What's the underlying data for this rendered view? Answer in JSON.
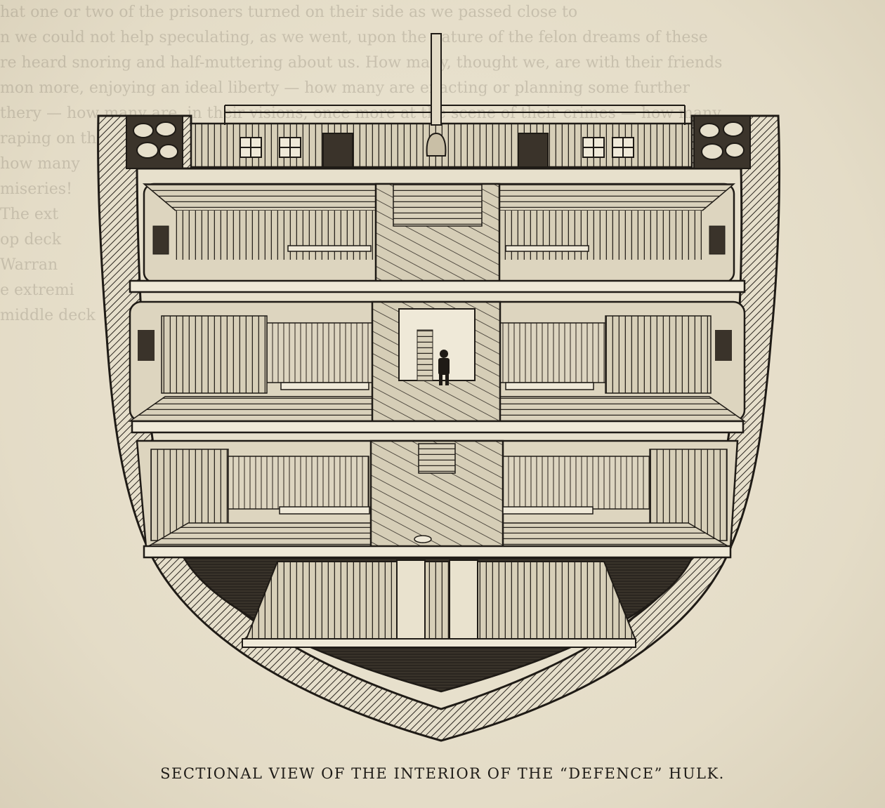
{
  "figure": {
    "caption": "SECTIONAL VIEW OF THE INTERIOR OF THE “DEFENCE” HULK.",
    "ink_color": "#26221d",
    "paper_color": "#e9e2cf"
  },
  "bleed_through": {
    "lines": [
      "hat one or two of the prisoners turned on their side as we passed close to",
      "n we could not help speculating, as we went, upon the nature of the felon dreams of these",
      "re heard snoring and half-muttering about us. How many, thought we, are with their friends",
      "mon more, enjoying an ideal liberty — how many are enacting or planning some further",
      "thery — how many are, in their visions, once more at the scene of their crimes — how many",
      "raping on the",
      "how many",
      "miseries!",
      "The ext",
      "op deck",
      "Warran",
      "e extremi",
      "middle deck"
    ]
  }
}
